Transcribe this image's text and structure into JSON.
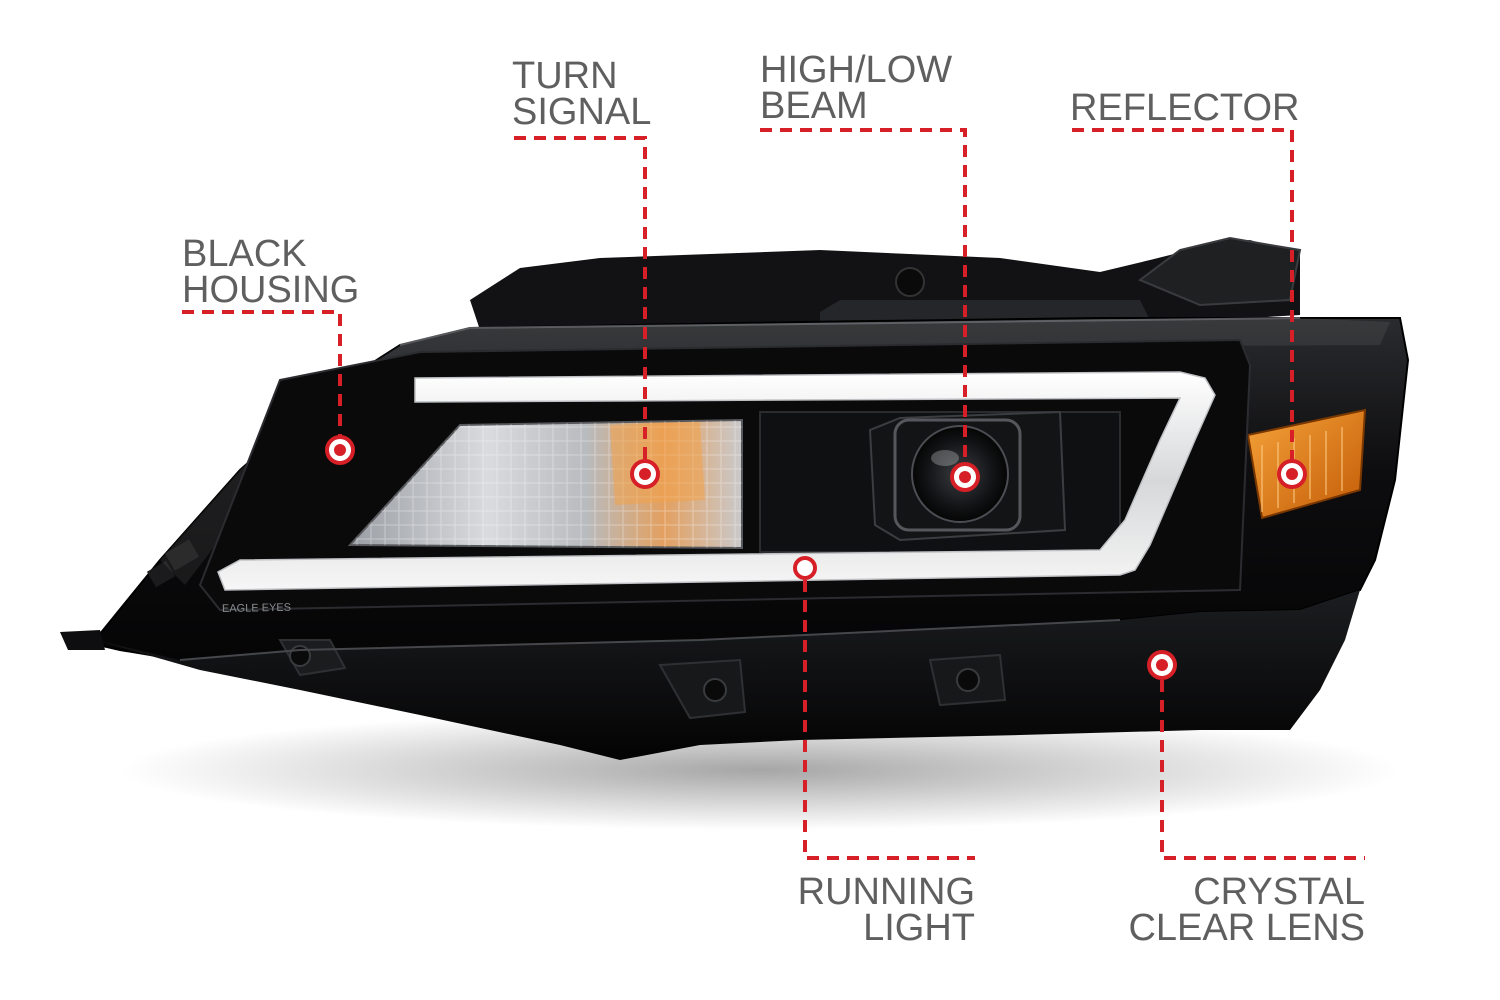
{
  "callouts": {
    "turn_signal": {
      "line1": "TURN",
      "line2": "SIGNAL"
    },
    "high_low_beam": {
      "line1": "HIGH/LOW",
      "line2": "BEAM"
    },
    "reflector": {
      "line1": "REFLECTOR"
    },
    "black_housing": {
      "line1": "BLACK",
      "line2": "HOUSING"
    },
    "running_light": {
      "line1": "RUNNING",
      "line2": "LIGHT"
    },
    "crystal_clear_lens": {
      "line1": "CRYSTAL",
      "line2": "CLEAR LENS"
    }
  },
  "product_marking": "EAGLE EYES",
  "colors": {
    "accent": "#d61f26",
    "label_text": "#5f5f5f",
    "housing": "#0b0b0c",
    "amber": "#e07a10",
    "drl_tube": "#e9e9e9"
  }
}
